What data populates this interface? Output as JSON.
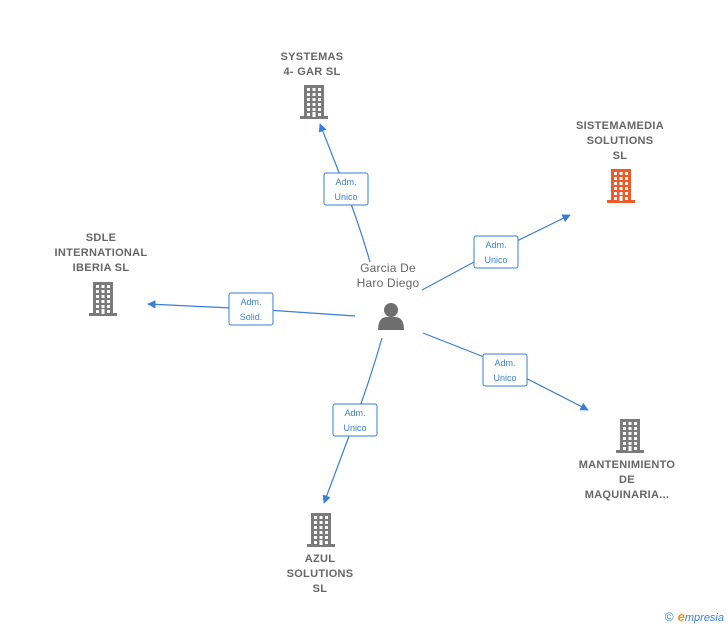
{
  "colors": {
    "edge": "#3a7fd5",
    "building_default": "#7a7a7a",
    "building_highlight": "#f05a28",
    "person": "#6e6e6e",
    "label": "#666666"
  },
  "center": {
    "id": "person",
    "icon": "person-icon",
    "label_lines": [
      "Garcia De",
      "Haro Diego"
    ]
  },
  "companies": [
    {
      "id": "systemas",
      "icon": "building-icon",
      "highlight": false,
      "label_lines": [
        "SYSTEMAS",
        "4- GAR SL"
      ]
    },
    {
      "id": "sistemamedia",
      "icon": "building-icon",
      "highlight": true,
      "label_lines": [
        "SISTEMAMEDIA",
        "SOLUTIONS",
        "SL"
      ]
    },
    {
      "id": "sdle",
      "icon": "building-icon",
      "highlight": false,
      "label_lines": [
        "SDLE",
        "INTERNATIONAL",
        "IBERIA  SL"
      ]
    },
    {
      "id": "mantenimiento",
      "icon": "building-icon",
      "highlight": false,
      "label_lines": [
        "MANTENIMIENTO",
        "DE",
        "MAQUINARIA..."
      ]
    },
    {
      "id": "azul",
      "icon": "building-icon",
      "highlight": false,
      "label_lines": [
        "AZUL",
        "SOLUTIONS",
        "SL"
      ]
    }
  ],
  "edges": [
    {
      "to": "systemas",
      "label_lines": [
        "Adm.",
        "Unico"
      ]
    },
    {
      "to": "sistemamedia",
      "label_lines": [
        "Adm.",
        "Unico"
      ]
    },
    {
      "to": "sdle",
      "label_lines": [
        "Adm.",
        "Solid."
      ]
    },
    {
      "to": "mantenimiento",
      "label_lines": [
        "Adm.",
        "Unico"
      ]
    },
    {
      "to": "azul",
      "label_lines": [
        "Adm.",
        "Unico"
      ]
    }
  ],
  "footer": {
    "copyright_symbol": "©",
    "brand_initial": "e",
    "brand_rest": "mpresia"
  }
}
